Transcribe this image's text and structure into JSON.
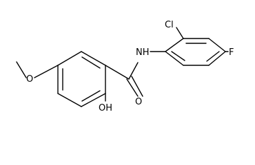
{
  "molecule": {
    "atoms": {
      "chlorine": "Cl",
      "amide_nitrogen": "NH",
      "fluorine": "F",
      "methoxy_oxygen": "O",
      "carbonyl_oxygen": "O",
      "hydroxyl": "OH"
    }
  }
}
